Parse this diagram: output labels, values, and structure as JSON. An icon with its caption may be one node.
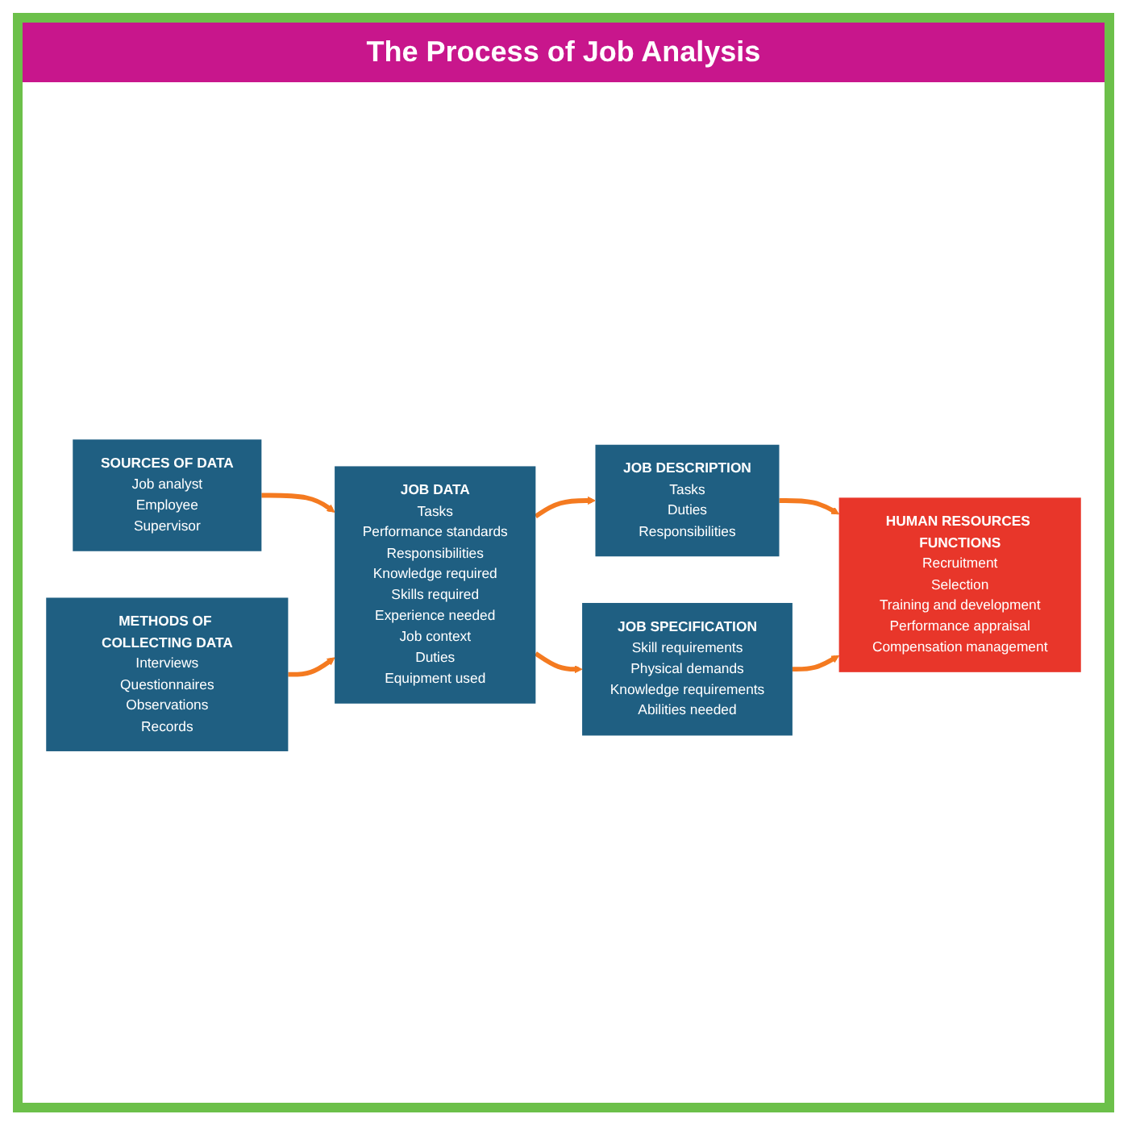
{
  "diagram": {
    "title": "The Process of Job Analysis",
    "nodes": [
      {
        "text": [
          "SOURCES OF DATA",
          "Job analyst",
          "Employee",
          "Supervisor"
        ]
      },
      {
        "text": [
          "JOB DATA",
          "Tasks",
          "Performance standards",
          "Responsibilities",
          "Knowledge required",
          "Skills required",
          "Experience needed",
          "Job context",
          "Duties",
          "Equipment used"
        ]
      },
      {
        "text": [
          "METHODS OF COLLECTING DATA",
          "Interviews",
          "Questionnaires",
          "Observations",
          "Records"
        ]
      },
      {
        "text": [
          "JOB DESCRIPTION",
          "Tasks",
          "Duties",
          "Responsibilities"
        ]
      },
      {
        "text": [
          "HUMAN RESOURCES FUNCTIONS",
          "Recruitment",
          "Selection",
          "Training and development",
          "Performance appraisal",
          "Compensation management"
        ]
      },
      {
        "text": [
          "JOB SPECIFICATION",
          "Skill requirements",
          "Physical demands",
          "Knowledge requirements",
          "Abilities needed"
        ]
      }
    ],
    "edges": [
      {
        "from": 0,
        "to": 1,
        "arrow": "to"
      },
      {
        "from": 2,
        "to": 1,
        "arrow": "to"
      },
      {
        "from": 1,
        "to": 3,
        "arrow": "to"
      },
      {
        "from": 1,
        "to": 5,
        "arrow": "to"
      },
      {
        "from": 3,
        "to": 4,
        "arrow": "to"
      },
      {
        "from": 5,
        "to": 4,
        "arrow": "to"
      }
    ]
  }
}
